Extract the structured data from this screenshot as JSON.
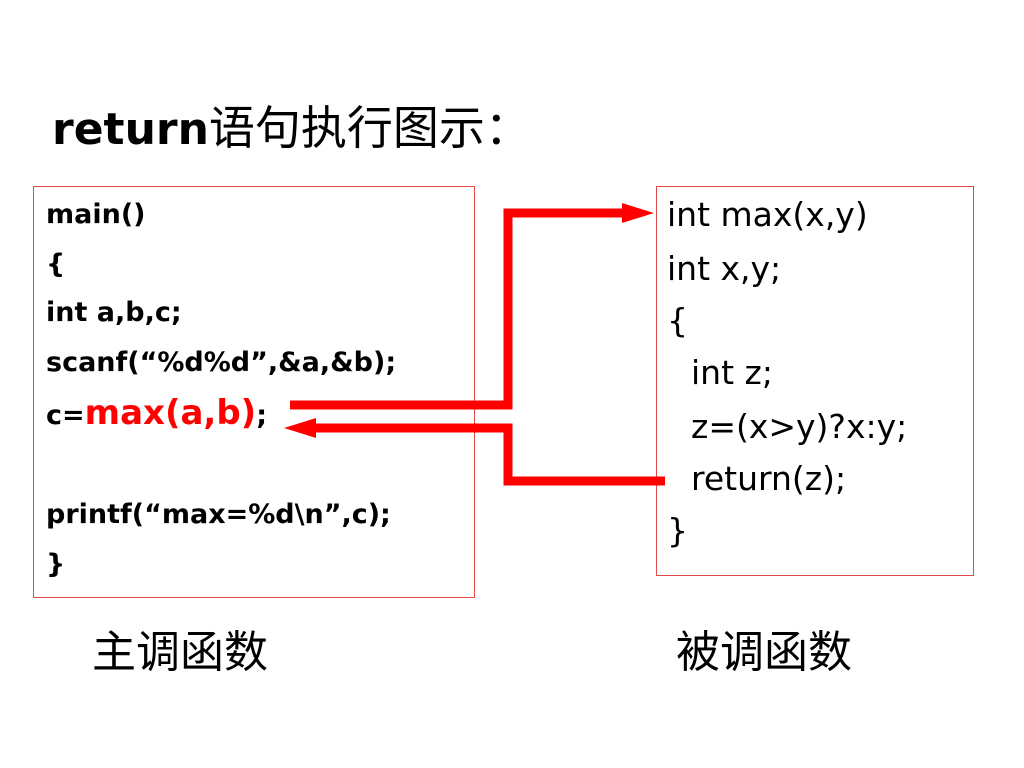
{
  "title": {
    "keyword": "return",
    "text": "语句执行图示："
  },
  "caller": {
    "lines": [
      "main()",
      "{",
      "int a,b,c;",
      "scanf(“%d%d”,&a,&b);",
      "",
      "printf(“max=%d\\n”,c);",
      "}"
    ],
    "call_prefix": "c=",
    "call_highlight": "max(a,b)",
    "call_suffix": ";",
    "caption": "主调函数"
  },
  "callee": {
    "lines": [
      "int max(x,y)",
      "int x,y;",
      "{",
      "  int z;",
      "  z=(x>y)?x:y;",
      "  return(z);",
      "}"
    ],
    "caption": "被调函数"
  },
  "colors": {
    "arrow": "#ff0000",
    "box_border": "#e34a4a",
    "highlight": "#ff0000"
  }
}
